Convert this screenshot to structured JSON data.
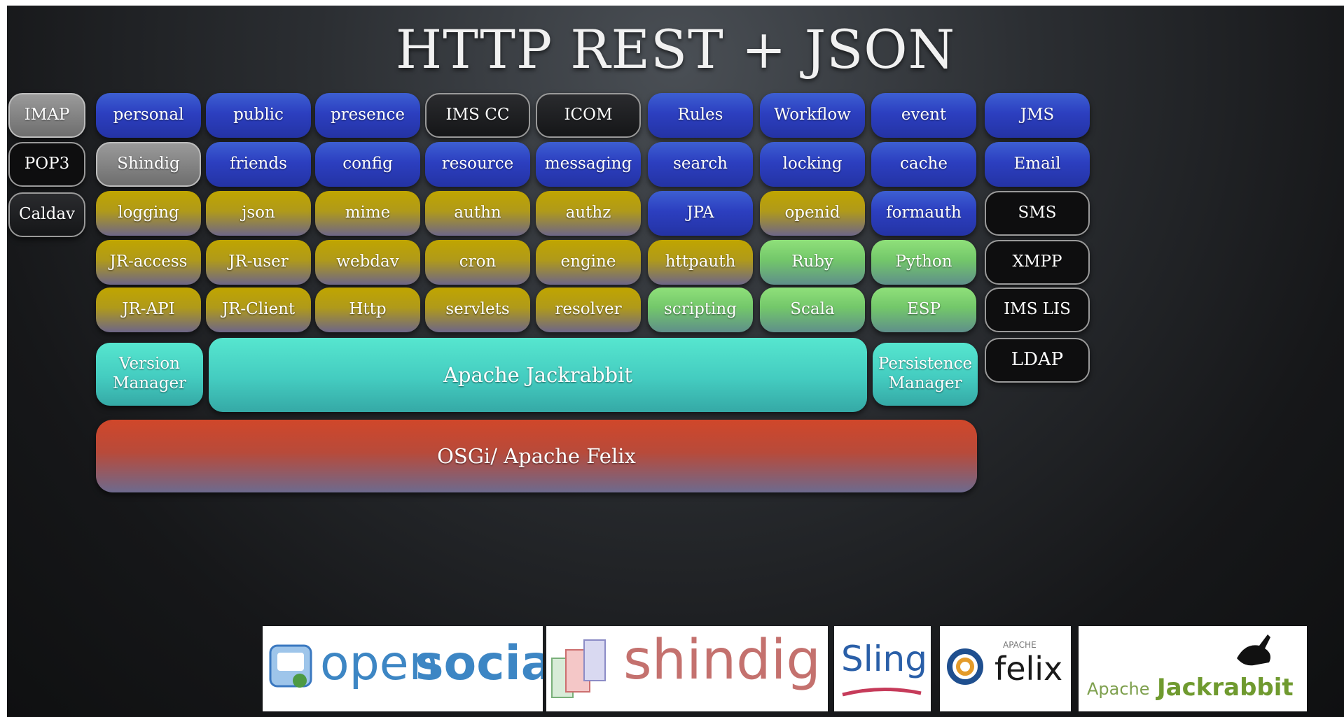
{
  "title": "HTTP REST + JSON",
  "left_column": [
    "IMAP",
    "POP3",
    "Caldav"
  ],
  "right_column": [
    "JMS",
    "Email",
    "SMS",
    "XMPP",
    "IMS LIS",
    "LDAP"
  ],
  "grid": [
    [
      "personal",
      "public",
      "presence",
      "IMS CC",
      "ICOM",
      "Rules",
      "Workflow",
      "event"
    ],
    [
      "Shindig",
      "friends",
      "config",
      "resource",
      "messaging",
      "search",
      "locking",
      "cache"
    ],
    [
      "logging",
      "json",
      "mime",
      "authn",
      "authz",
      "JPA",
      "openid",
      "formauth"
    ],
    [
      "JR-access",
      "JR-user",
      "webdav",
      "cron",
      "engine",
      "httpauth",
      "Ruby",
      "Python"
    ],
    [
      "JR-API",
      "JR-Client",
      "Http",
      "servlets",
      "resolver",
      "scripting",
      "Scala",
      "ESP"
    ]
  ],
  "layers": {
    "version_manager": "Version Manager",
    "jackrabbit": "Apache Jackrabbit",
    "persistence_manager": "Persistence Manager",
    "osgi": "OSGi/ Apache Felix"
  },
  "logos": {
    "opensocial_a": "open",
    "opensocial_b": "social",
    "shindig": "shindig",
    "sling": "Sling",
    "felix_small": "APACHE",
    "felix": "felix",
    "jackrabbit_a": "Apache ",
    "jackrabbit_b": "Jackrabbit"
  },
  "colors": {
    "blue": "#2c3fc0",
    "yellow": "#c0a500",
    "green": "#7fd173",
    "teal": "#4fdcc8",
    "red": "#c64a30"
  }
}
